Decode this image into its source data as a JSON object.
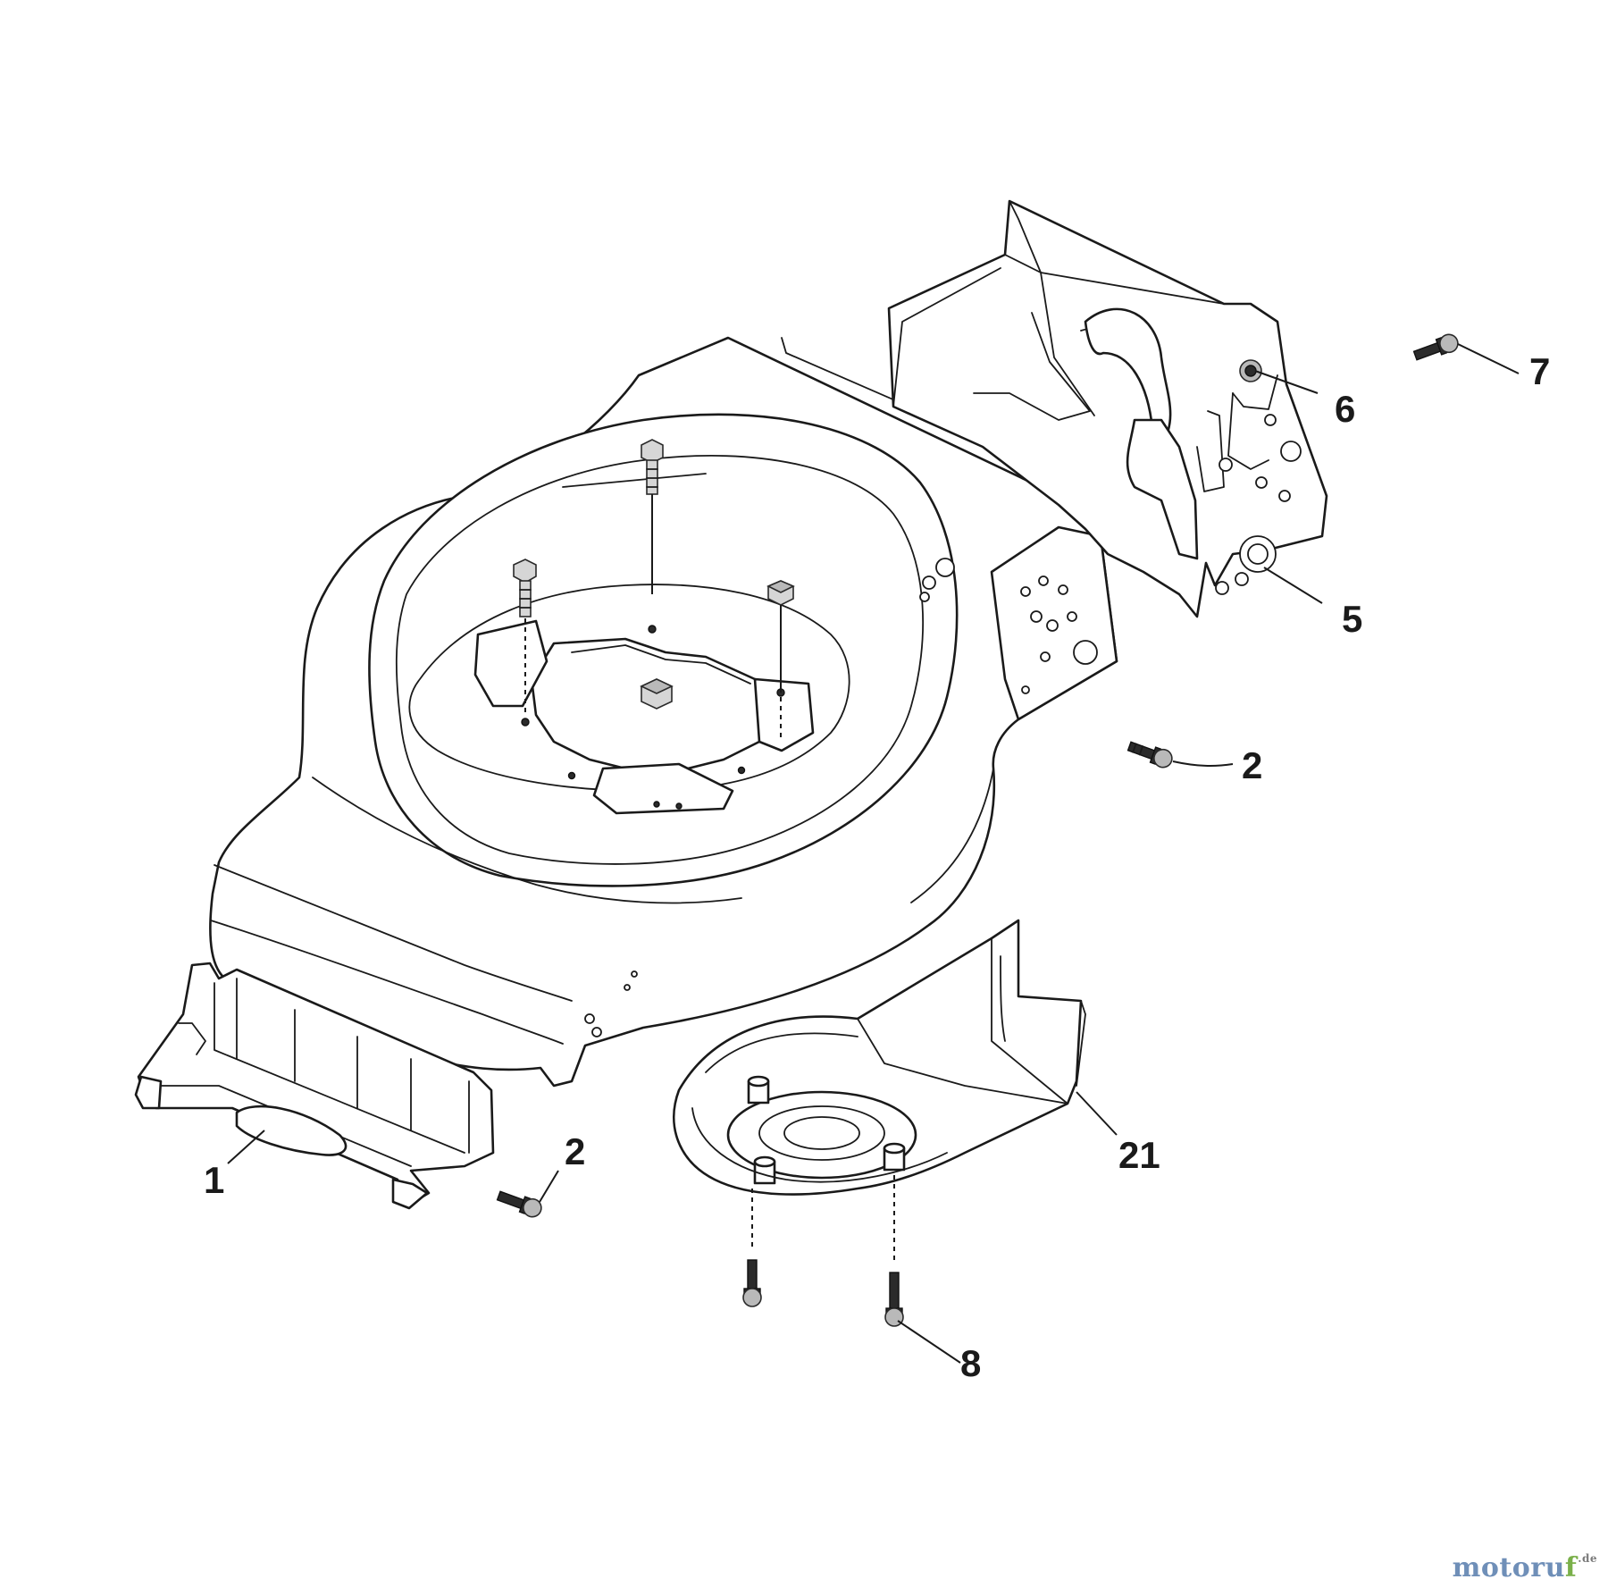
{
  "callouts": {
    "c1": "1",
    "c2a": "2",
    "c2b": "2",
    "c5": "5",
    "c6": "6",
    "c7": "7",
    "c8": "8",
    "c21": "21"
  },
  "watermark": {
    "main": "motoru",
    "accent": "f",
    "suffix": ".de"
  },
  "colors": {
    "line": "#1a1a1a",
    "watermark_blue": "#6f8fb8",
    "watermark_green": "#7ab04a"
  }
}
